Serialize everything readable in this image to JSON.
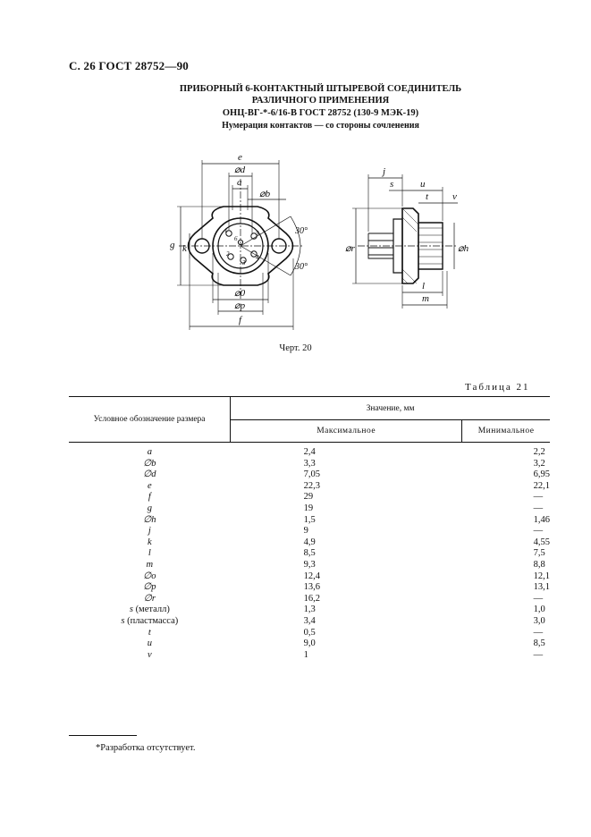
{
  "header": {
    "page_ref": "С. 26 ГОСТ 28752—90"
  },
  "title": {
    "line1": "ПРИБОРНЫЙ 6-КОНТАКТНЫЙ ШТЫРЕВОЙ СОЕДИНИТЕЛЬ",
    "line2": "РАЗЛИЧНОГО ПРИМЕНЕНИЯ",
    "line3": "ОНЦ-ВГ-*-6/16-В ГОСТ 28752 (130-9 МЭК-19)",
    "line4": "Нумерация контактов — со стороны сочленения"
  },
  "figure": {
    "caption": "Черт. 20",
    "labels": {
      "e": "e",
      "d": "⌀d",
      "a": "a",
      "b": "⌀b",
      "g": "g",
      "k": "k",
      "angle1": "30°",
      "angle2": "30°",
      "o": "⌀0",
      "p": "⌀p",
      "f": "f",
      "j": "j",
      "s": "s",
      "u": "u",
      "t": "t",
      "v": "v",
      "r": "⌀r",
      "h": "⌀h",
      "l": "l",
      "m": "m",
      "pins": [
        "1",
        "2",
        "3",
        "4",
        "5",
        "6"
      ]
    }
  },
  "table": {
    "label": "Таблица 21",
    "col_designation": "Условное обозначение размера",
    "col_value": "Значение, мм",
    "col_max": "Максимальное",
    "col_min": "Минимальное",
    "rows": [
      {
        "sym": "a",
        "max": "2,4",
        "min": "2,2"
      },
      {
        "sym": "∅b",
        "max": "3,3",
        "min": "3,2"
      },
      {
        "sym": "∅d",
        "max": "7,05",
        "min": "6,95"
      },
      {
        "sym": "e",
        "max": "22,3",
        "min": "22,1"
      },
      {
        "sym": "f",
        "max": "29",
        "min": "—"
      },
      {
        "sym": "g",
        "max": "19",
        "min": "—"
      },
      {
        "sym": "∅h",
        "max": "1,5",
        "min": "1,46"
      },
      {
        "sym": "j",
        "max": "9",
        "min": "—"
      },
      {
        "sym": "k",
        "max": "4,9",
        "min": "4,55"
      },
      {
        "sym": "l",
        "max": "8,5",
        "min": "7,5"
      },
      {
        "sym": "m",
        "max": "9,3",
        "min": "8,8"
      },
      {
        "sym": "∅o",
        "max": "12,4",
        "min": "12,1"
      },
      {
        "sym": "∅p",
        "max": "13,6",
        "min": "13,1"
      },
      {
        "sym": "∅r",
        "max": "16,2",
        "min": "—"
      },
      {
        "sym": "s",
        "sym_note": "(металл)",
        "max": "1,3",
        "min": "1,0"
      },
      {
        "sym": "s",
        "sym_note": "(пластмасса)",
        "max": "3,4",
        "min": "3,0"
      },
      {
        "sym": "t",
        "max": "0,5",
        "min": "—"
      },
      {
        "sym": "u",
        "max": "9,0",
        "min": "8,5"
      },
      {
        "sym": "v",
        "max": "1",
        "min": "—"
      }
    ]
  },
  "footnote": "*Разработка отсутствует."
}
